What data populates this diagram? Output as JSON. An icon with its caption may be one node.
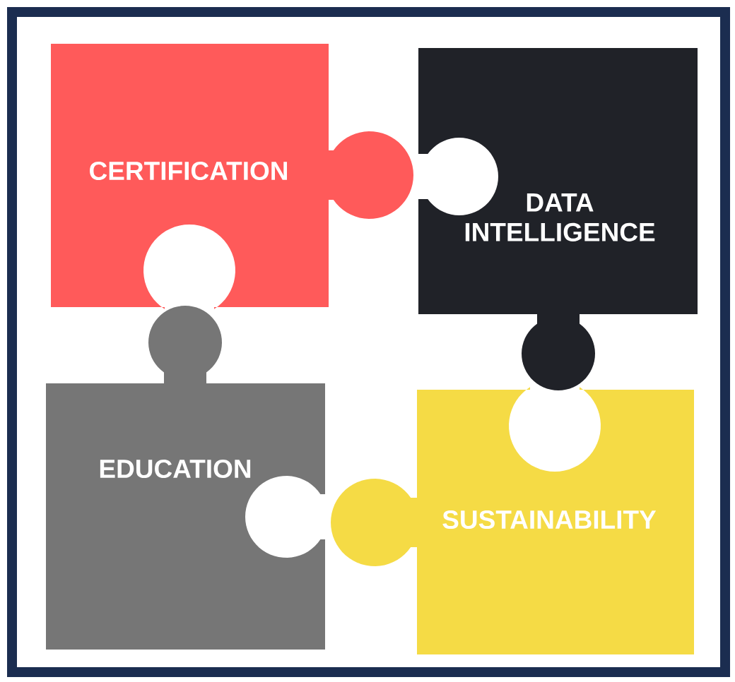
{
  "diagram": {
    "nodes": [
      {
        "text": [
          "CERTIFICATION"
        ]
      },
      {
        "text": [
          "DATA INTELLIGENCE"
        ]
      },
      {
        "text": [
          "EDUCATION"
        ]
      },
      {
        "text": [
          "SUSTAINABILITY"
        ]
      }
    ]
  }
}
